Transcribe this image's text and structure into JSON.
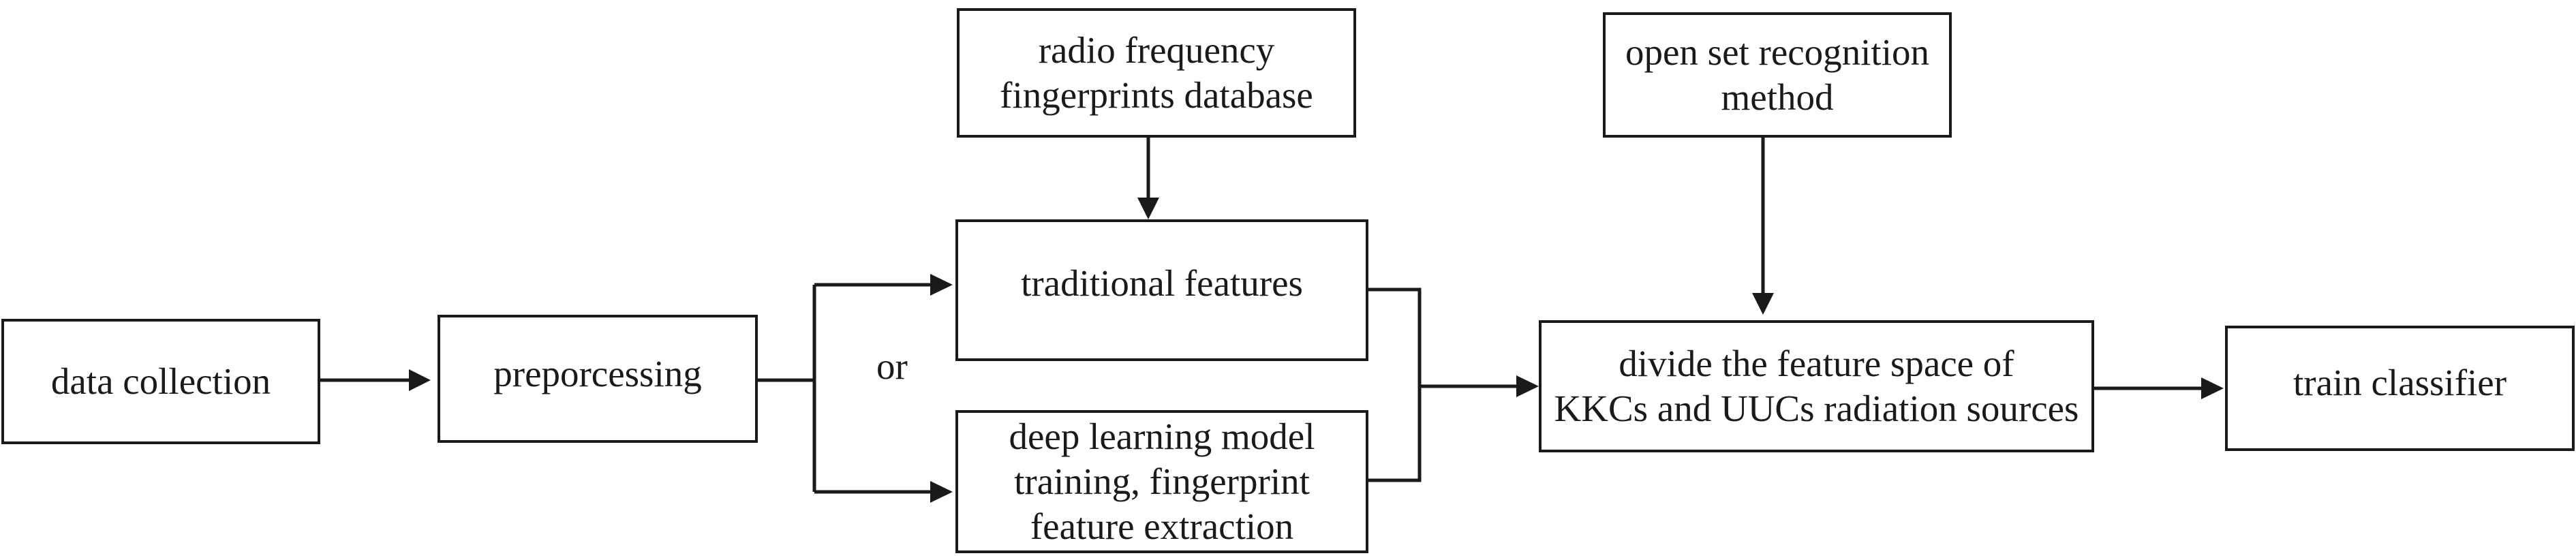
{
  "nodes": {
    "data_collection": "data collection",
    "preprocessing": "preporcessing",
    "rf_database": "radio frequency\nfingerprints database",
    "traditional_features": "traditional features",
    "deep_learning": "deep learning model\ntraining, fingerprint\nfeature extraction",
    "open_set": "open set recognition\nmethod",
    "divide_feature_space": "divide the feature space of\nKKCs and UUCs radiation sources",
    "train_classifier": "train classifier"
  },
  "branch_label": "or",
  "colors": {
    "stroke": "#1a1a1a",
    "background": "#ffffff"
  }
}
